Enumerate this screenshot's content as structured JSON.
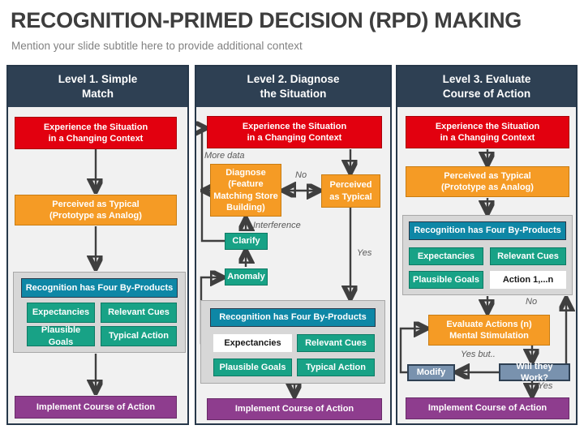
{
  "title": "RECOGNITION-PRIMED DECISION (RPD) MAKING",
  "subtitle": "Mention your slide subtitle here to provide additional context",
  "colors": {
    "panel_navy": "#2E4053",
    "red": "#E2000F",
    "orange": "#F59B25",
    "teal_header": "#0E87A6",
    "green": "#18A286",
    "purple": "#8E3D8E",
    "blue_gray": "#7992AE",
    "group_gray": "#D7D7D7",
    "arrow_gray": "#3F3F3F",
    "edge_label_gray": "#595959"
  },
  "panels": [
    {
      "header": "Level 1. Simple\nMatch",
      "nodes": {
        "experience": "Experience the Situation\nin a Changing Context",
        "perceived": "Perceived as Typical\n(Prototype as Analog)",
        "byproducts_header": "Recognition has Four By-Products",
        "expectancies": "Expectancies",
        "relevant_cues": "Relevant Cues",
        "plausible_goals": "Plausible Goals",
        "typical_action": "Typical Action",
        "implement": "Implement Course of Action"
      }
    },
    {
      "header": "Level 2. Diagnose\nthe Situation",
      "nodes": {
        "experience": "Experience the Situation\nin a Changing Context",
        "diagnose": "Diagnose\n(Feature\nMatching Store\nBuilding)",
        "perceived": "Perceived\nas Typical",
        "clarify": "Clarify",
        "anomaly": "Anomaly",
        "byproducts_header": "Recognition has Four By-Products",
        "expectancies": "Expectancies",
        "relevant_cues": "Relevant Cues",
        "plausible_goals": "Plausible Goals",
        "typical_action": "Typical Action",
        "implement": "Implement Course of Action"
      },
      "labels": {
        "more_data": "More data",
        "no": "No",
        "interference": "Interference",
        "yes": "Yes"
      }
    },
    {
      "header": "Level 3. Evaluate\nCourse of Action",
      "nodes": {
        "experience": "Experience the Situation\nin a Changing Context",
        "perceived": "Perceived as Typical\n(Prototype as Analog)",
        "byproducts_header": "Recognition has Four By-Products",
        "expectancies": "Expectancies",
        "relevant_cues": "Relevant Cues",
        "plausible_goals": "Plausible Goals",
        "action_n": "Action 1,...n",
        "evaluate": "Evaluate Actions (n)\nMental Stimulation",
        "modify": "Modify",
        "will_work": "Will they Work?",
        "implement": "Implement Course of Action"
      },
      "labels": {
        "no": "No",
        "yes_but": "Yes but..",
        "yes": "Yes"
      }
    }
  ]
}
